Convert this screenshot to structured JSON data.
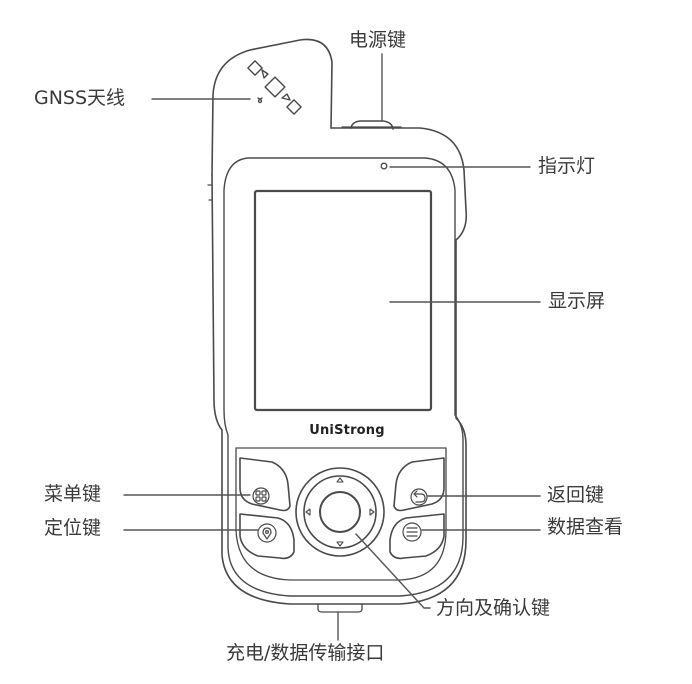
{
  "labels": {
    "power_key": "电源键",
    "gnss_antenna": "GNSS天线",
    "indicator_light": "指示灯",
    "display_screen": "显示屏",
    "menu_key": "菜单键",
    "locate_key": "定位键",
    "back_key": "返回键",
    "data_view": "数据查看",
    "direction_confirm_key": "方向及确认键",
    "charge_data_port": "充电/数据传输接口"
  },
  "device": {
    "brand": "UniStrong"
  },
  "colors": {
    "outline": "#4a4a4a",
    "leader_line": "#555555",
    "text": "#3a3a3a"
  }
}
